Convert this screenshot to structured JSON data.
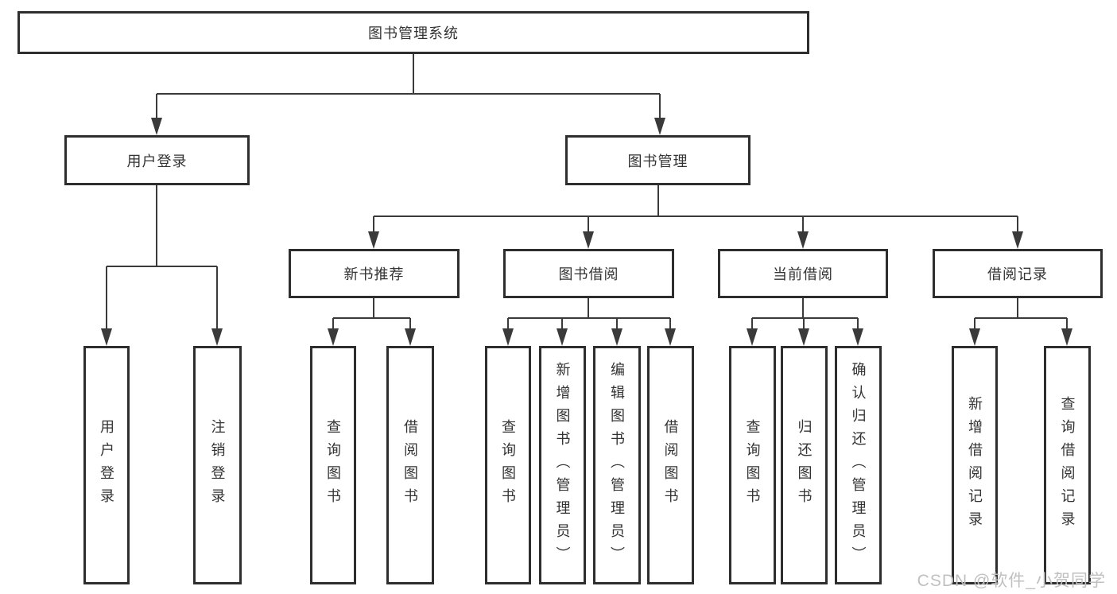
{
  "diagram": {
    "root": {
      "label": "图书管理系统"
    },
    "branches": {
      "user_login": {
        "label": "用户登录"
      },
      "book_management": {
        "label": "图书管理"
      }
    },
    "modules": {
      "new_book_recommend": {
        "label": "新书推荐"
      },
      "book_borrow": {
        "label": "图书借阅"
      },
      "current_borrow": {
        "label": "当前借阅"
      },
      "borrow_records": {
        "label": "借阅记录"
      }
    },
    "leaves": {
      "user_login_leaf": {
        "label": "用户登录"
      },
      "logout": {
        "label": "注销登录"
      },
      "recommend_query_book": {
        "label": "查询图书"
      },
      "recommend_borrow_book": {
        "label": "借阅图书"
      },
      "borrow_query_book": {
        "label": "查询图书"
      },
      "borrow_add_book": {
        "label": "新增图书（管理员）"
      },
      "borrow_edit_book": {
        "label": "编辑图书（管理员）"
      },
      "borrow_borrow_book": {
        "label": "借阅图书"
      },
      "current_query_book": {
        "label": "查询图书"
      },
      "current_return_book": {
        "label": "归还图书"
      },
      "current_confirm_return": {
        "label": "确认归还（管理员）"
      },
      "records_add_record": {
        "label": "新增借阅记录"
      },
      "records_query_record": {
        "label": "查询借阅记录"
      }
    }
  },
  "watermark": {
    "text": "CSDN @软件_小贺同学"
  },
  "colors": {
    "line": "#3a3a3a",
    "box_border": "#2e2e2e",
    "text": "#333333",
    "watermark": "#c0c0c0",
    "background": "#ffffff"
  }
}
